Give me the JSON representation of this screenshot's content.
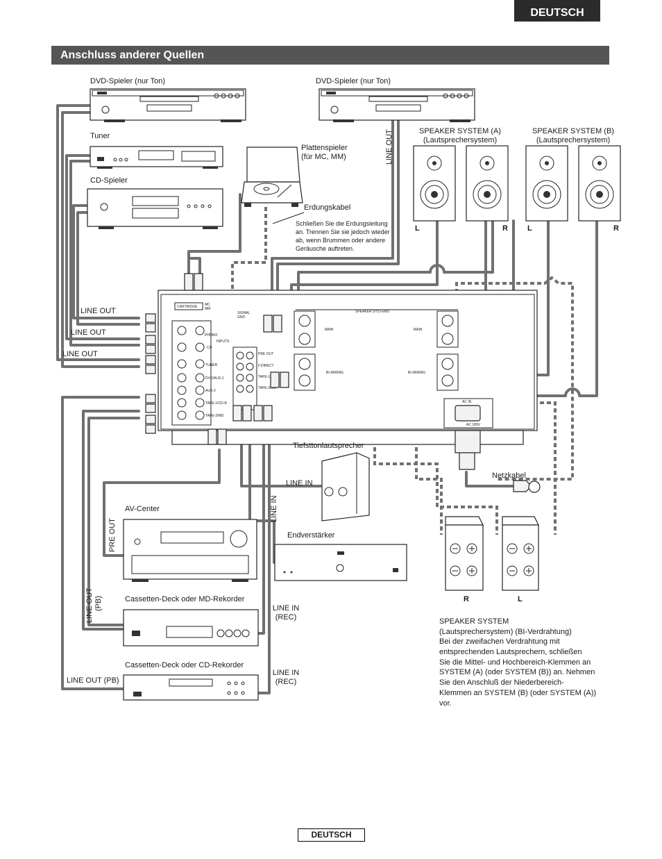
{
  "header": {
    "language_tab": "DEUTSCH",
    "section_title": "Anschluss anderer Quellen"
  },
  "footer": {
    "language": "DEUTSCH"
  },
  "devices": {
    "dvd_left": "DVD-Spieler (nur Ton)",
    "dvd_right": "DVD-Spieler (nur Ton)",
    "tuner": "Tuner",
    "cd": "CD-Spieler",
    "turntable": "Plattenspieler\n(für MC, MM)",
    "ground": "Erdungskabel",
    "ground_note": [
      "Schließen Sie die Erdungsleitung",
      "an. Trennen Sie sie jedoch wieder",
      "ab, wenn Brummen oder andere",
      "Geräusche auftreten."
    ],
    "speaker_a": [
      "SPEAKER SYSTEM (A)",
      "(Lautsprechersystem)"
    ],
    "speaker_b": [
      "SPEAKER SYSTEM (B)",
      "(Lautsprechersystem)"
    ],
    "subwoofer": "Tiefsttonlautsprecher",
    "power_amp": "Endverstärker",
    "power_cable": "Netzkabel",
    "av_center": "AV-Center",
    "cassette_md": "Cassetten-Deck oder MD-Rekorder",
    "cassette_cd": "Cassetten-Deck oder CD-Rekorder"
  },
  "connection_labels": {
    "line_out": "LINE OUT",
    "line_in": "LINE IN",
    "pre_out": "PRE OUT",
    "line_out_pb": "LINE OUT (PB)",
    "line_out_pb_v": [
      "LINE OUT",
      "(PB)"
    ],
    "line_in_rec": [
      "LINE IN",
      "(REC)"
    ],
    "left": "L",
    "right": "R"
  },
  "biwiring_note": [
    "SPEAKER SYSTEM",
    "(Lautsprechersystem) (BI-Verdrahtung)",
    "Bei der zweifachen Verdrahtung mit",
    "entsprechenden Lautsprechern, schließen",
    "Sie die Mittel- und Hochbereich-Klemmen an",
    "SYSTEM (A) (oder SYSTEM (B)) an.  Nehmen",
    "Sie den Anschluß der Niederbereich-",
    "Klemmen an SYSTEM (B) (oder SYSTEM (A))",
    "vor."
  ],
  "receiver_panel": {
    "inputs": [
      "PHONO",
      "CD",
      "TUNER",
      "DVD/AUX-1",
      "AUX-2",
      "TAPE-1/CD-R",
      "TAPE-2/MD"
    ],
    "inputs_caption": "INPUTS",
    "outputs": [
      "PRE OUT",
      "F.DIRECT",
      "TAPE-1/CD-R",
      "TAPE-2/MD"
    ],
    "speaker_systems": "SPEAKER SYSTEMS",
    "main": "MAIN",
    "biwiring": "BI-WIRING",
    "ac_in": "AC IN",
    "voltage": "AC 180V",
    "cartridge": "CARTRIDGE",
    "mc_mm": [
      "MC",
      "MM"
    ],
    "signal_gnd": [
      "SIGNAL",
      "GND"
    ]
  }
}
